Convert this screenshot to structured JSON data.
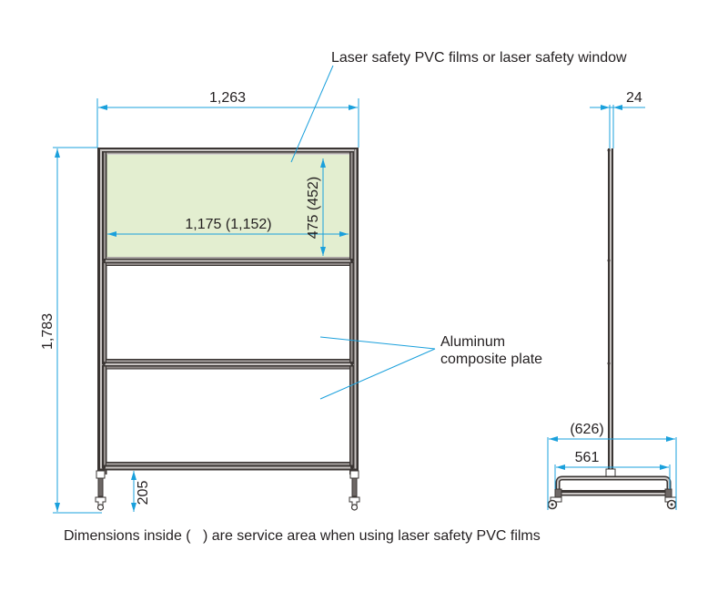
{
  "diagram": {
    "title_callout": "Laser safety PVC films or laser safety window",
    "callout_aluminum_line1": "Aluminum",
    "callout_aluminum_line2": "composite plate",
    "footnote": "Dimensions inside (   ) are service area when using laser safety PVC films",
    "dimensions": {
      "overall_width": "1,263",
      "overall_height": "1,783",
      "window_width": "1,175 (1,152)",
      "window_height": "475 (452)",
      "bottom_clearance": "205",
      "side_thickness": "24",
      "base_outer": "(626)",
      "base_inner": "561"
    },
    "colors": {
      "dimension_line": "#1aa0dc",
      "window_fill": "#e3eed0",
      "frame": "#3a3533",
      "text": "#231f20"
    },
    "views": [
      "front-view",
      "side-view"
    ]
  }
}
